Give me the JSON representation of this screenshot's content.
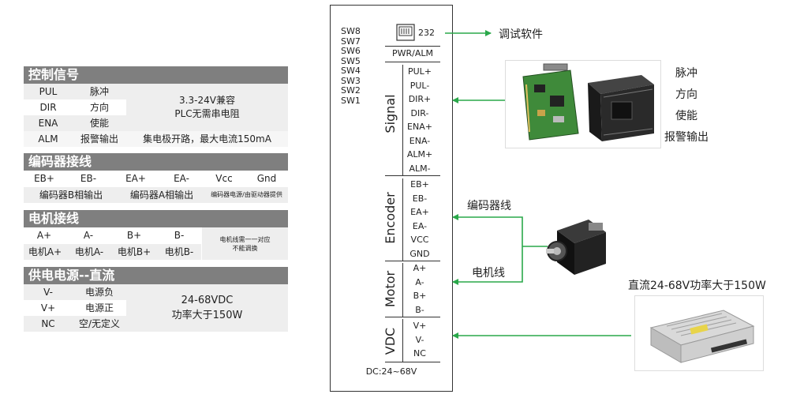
{
  "control": {
    "title": "控制信号",
    "rows": [
      {
        "a": "PUL",
        "b": "脉冲"
      },
      {
        "a": "DIR",
        "b": "方向"
      },
      {
        "a": "ENA",
        "b": "使能"
      },
      {
        "a": "ALM",
        "b": "报警输出"
      }
    ],
    "merge_line1": "3.3-24V兼容",
    "merge_line2": "PLC无需串电阻",
    "alm_note": "集电极开路，最大电流150mA"
  },
  "encoder_wiring": {
    "title": "编码器接线",
    "pins": [
      "EB+",
      "EB-",
      "EA+",
      "EA-",
      "Vcc",
      "Gnd"
    ],
    "note_b": "编码器B相输出",
    "note_a": "编码器A相输出",
    "note_power": "编码器电源/由驱动器提供"
  },
  "motor_wiring": {
    "title": "电机接线",
    "pins": [
      "A+",
      "A-",
      "B+",
      "B-"
    ],
    "names": [
      "电机A+",
      "电机A-",
      "电机B+",
      "电机B-"
    ],
    "note_line1": "电机线需一一对应",
    "note_line2": "不能调换"
  },
  "power": {
    "title": "供电电源--直流",
    "rows": [
      {
        "a": "V-",
        "b": "电源负"
      },
      {
        "a": "V+",
        "b": "电源正"
      },
      {
        "a": "NC",
        "b": "空/无定义"
      }
    ],
    "merge_line1": "24-68VDC",
    "merge_line2": "功率大于150W"
  },
  "driver": {
    "switches": [
      "SW8",
      "SW7",
      "SW6",
      "SW5",
      "SW4",
      "SW3",
      "SW2",
      "SW1"
    ],
    "port_232": "232",
    "pwr_alm": "PWR/ALM",
    "signal_label": "Signal",
    "signal_pins": [
      "PUL+",
      "PUL-",
      "DIR+",
      "DIR-",
      "ENA+",
      "ENA-",
      "ALM+",
      "ALM-"
    ],
    "encoder_label": "Encoder",
    "encoder_pins": [
      "EB+",
      "EB-",
      "EA+",
      "EA-",
      "VCC",
      "GND"
    ],
    "motor_label": "Motor",
    "motor_pins": [
      "A+",
      "A-",
      "B+",
      "B-"
    ],
    "vdc_label": "VDC",
    "vdc_pins": [
      "V+",
      "V-",
      "NC"
    ],
    "voltage": "DC:24~68V"
  },
  "right": {
    "software": "调试软件",
    "ctrl_labels": [
      "脉冲",
      "方向",
      "使能",
      "报警输出"
    ],
    "encoder_cable": "编码器线",
    "motor_cable": "电机线",
    "psu_title": "直流24-68V功率大于150W"
  },
  "colors": {
    "arrow": "#2aa84a",
    "header": "#7f7f7f",
    "shade": "#eeeeee"
  }
}
